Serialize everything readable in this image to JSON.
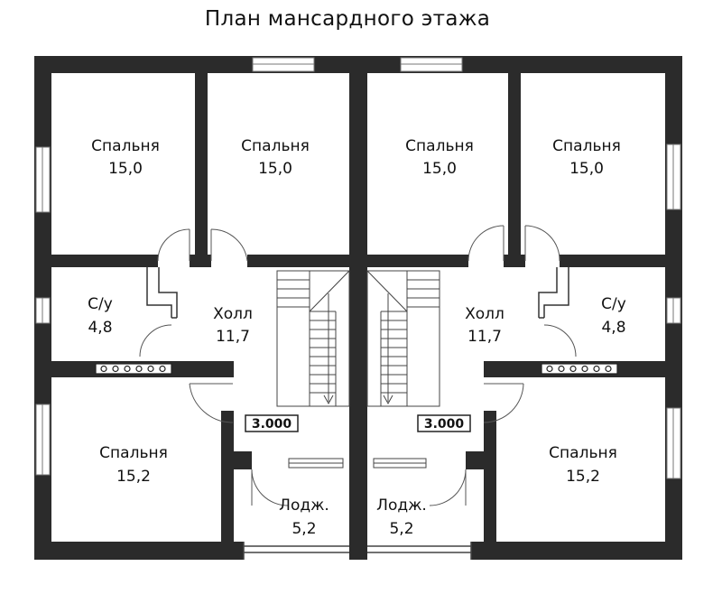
{
  "title": "План мансардного этажа",
  "rooms": [
    {
      "name": "Спальня",
      "area": "15,0"
    },
    {
      "name": "Спальня",
      "area": "15,0"
    },
    {
      "name": "Спальня",
      "area": "15,0"
    },
    {
      "name": "Спальня",
      "area": "15,0"
    },
    {
      "name": "С/у",
      "area": "4,8"
    },
    {
      "name": "Холл",
      "area": "11,7"
    },
    {
      "name": "Холл",
      "area": "11,7"
    },
    {
      "name": "С/у",
      "area": "4,8"
    },
    {
      "name": "Спальня",
      "area": "15,2"
    },
    {
      "name": "Спальня",
      "area": "15,2"
    },
    {
      "name": "Лодж.",
      "area": "5,2"
    },
    {
      "name": "Лодж.",
      "area": "5,2"
    }
  ],
  "level_marks": [
    "3.000",
    "3.000"
  ],
  "colors": {
    "wall": "#2b2b2b",
    "line": "#555555",
    "background": "#ffffff"
  }
}
